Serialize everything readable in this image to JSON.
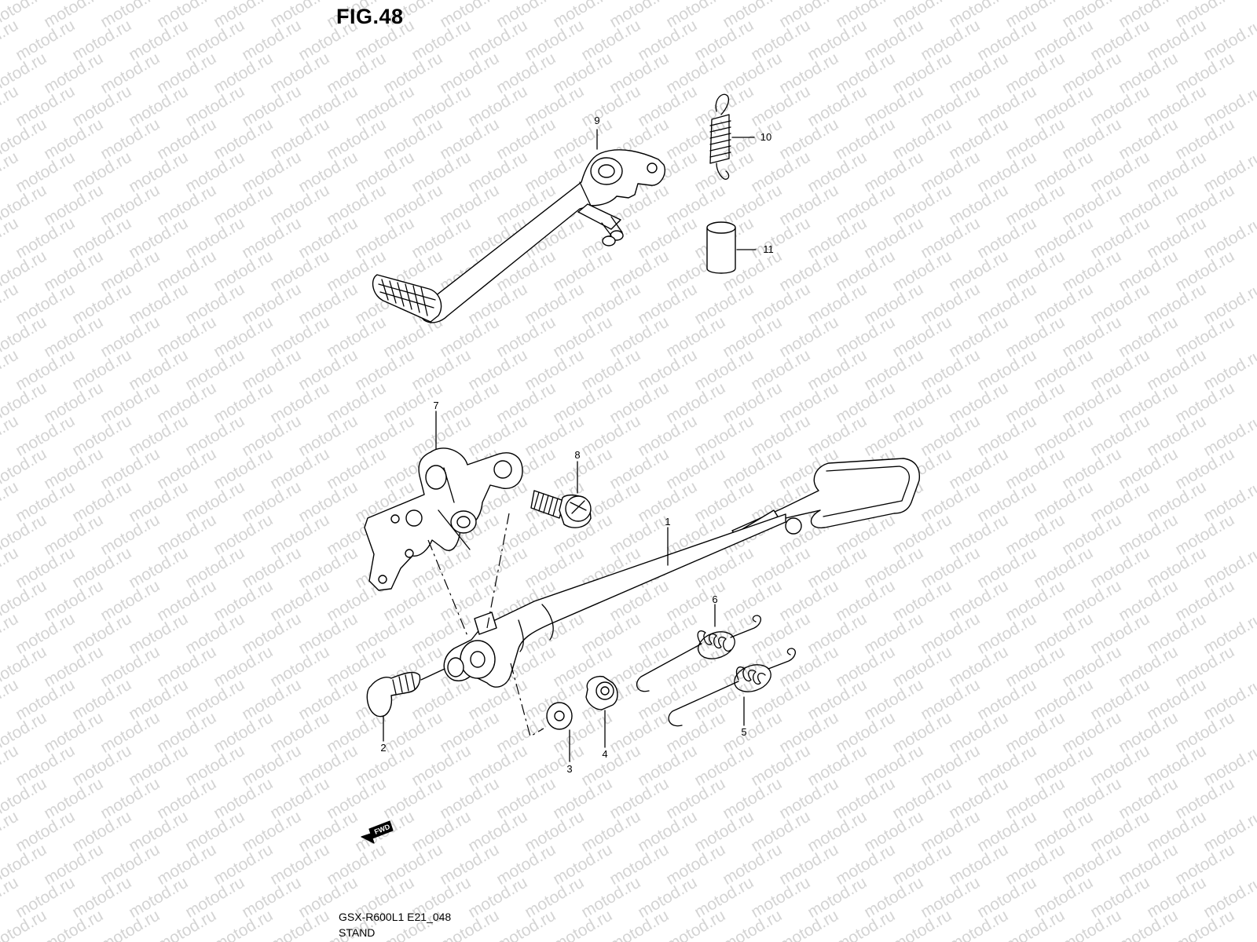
{
  "figure": {
    "title": "FIG.48",
    "model_code": "GSX-R600L1 E21_048",
    "section_name": "STAND",
    "watermark": "motod.ru",
    "fwd_label": "FWD"
  },
  "callouts": [
    {
      "id": "1",
      "part": "side-stand"
    },
    {
      "id": "2",
      "part": "stand-bolt"
    },
    {
      "id": "3",
      "part": "washer"
    },
    {
      "id": "4",
      "part": "nut"
    },
    {
      "id": "5",
      "part": "spring-outer"
    },
    {
      "id": "6",
      "part": "spring-inner"
    },
    {
      "id": "7",
      "part": "stand-bracket"
    },
    {
      "id": "8",
      "part": "bracket-bolt"
    },
    {
      "id": "9",
      "part": "footrest-lever"
    },
    {
      "id": "10",
      "part": "return-spring"
    },
    {
      "id": "11",
      "part": "spacer"
    }
  ]
}
